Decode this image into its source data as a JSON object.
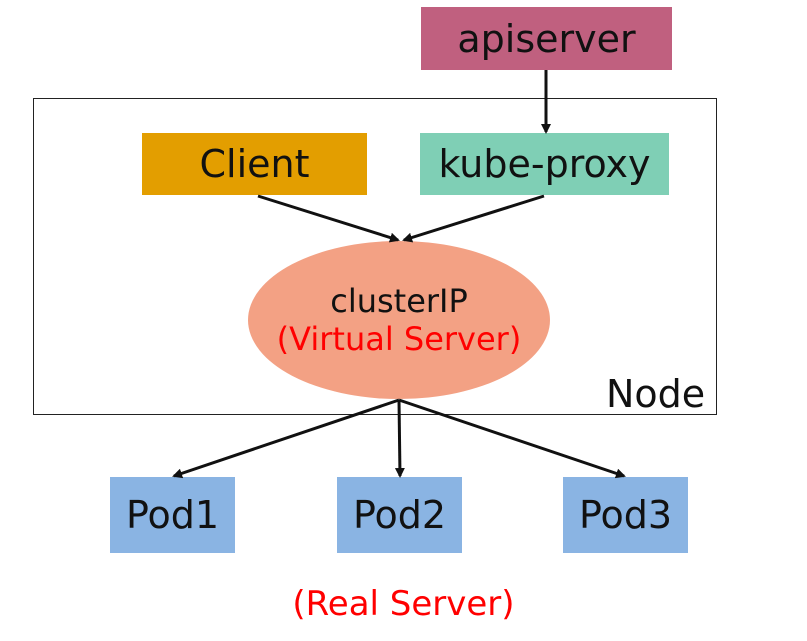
{
  "nodes": {
    "apiserver": "apiserver",
    "client": "Client",
    "kube_proxy": "kube-proxy",
    "cluster_ip": "clusterIP",
    "virtual_server": "(Virtual Server)",
    "node": "Node",
    "pods": [
      "Pod1",
      "Pod2",
      "Pod3"
    ],
    "real_server": "(Real Server)"
  },
  "colors": {
    "apiserver": "#c0607f",
    "client": "#e39e00",
    "kube_proxy": "#7fcfb5",
    "cluster_ip": "#f3a184",
    "pod": "#8ab4e3",
    "highlight_text": "#ff0000"
  }
}
